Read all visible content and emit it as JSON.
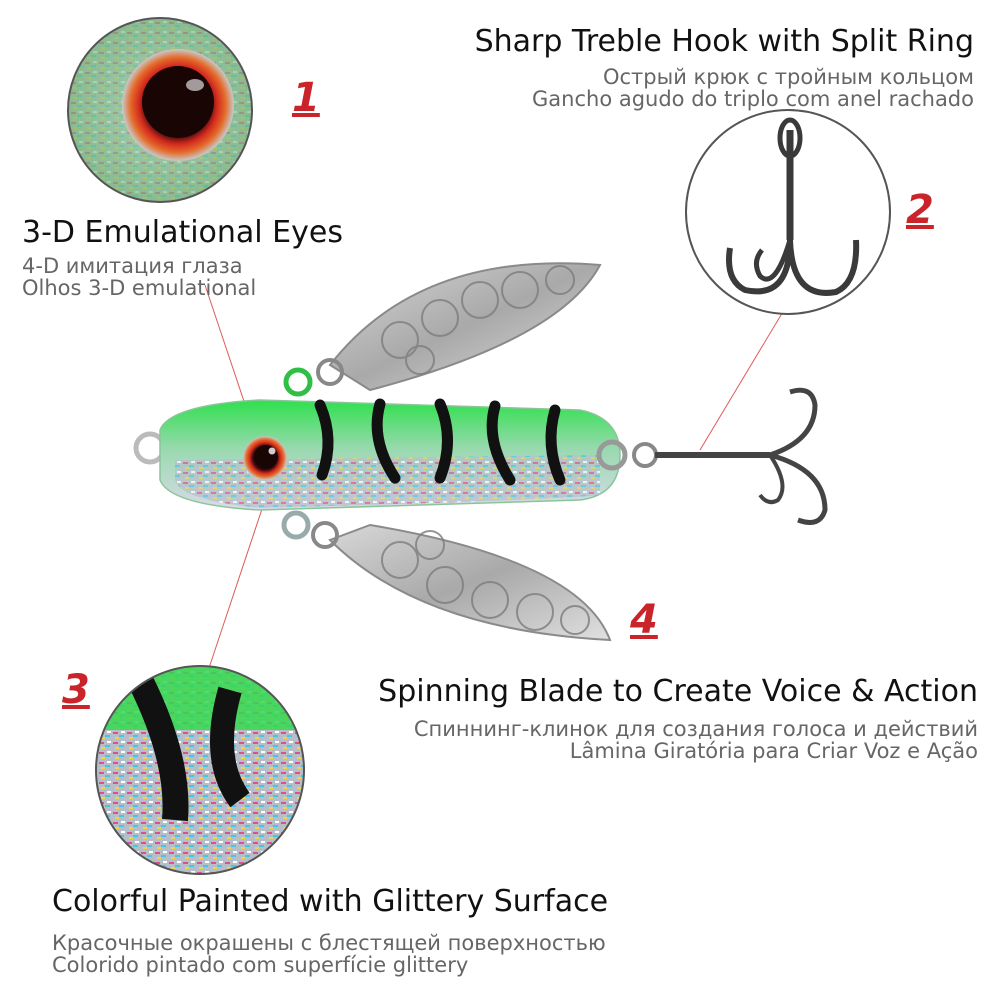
{
  "features": {
    "hook": {
      "title": "Sharp Treble Hook with Split Ring",
      "ru": "Острый крюк с тройным кольцом",
      "pt": "Gancho agudo do triplo com anel rachado",
      "number": "2"
    },
    "eyes": {
      "title": "3-D Emulational Eyes",
      "ru": "4-D имитация глаза",
      "pt": "Olhos 3-D emulational",
      "number": "1"
    },
    "blade": {
      "title": "Spinning Blade to Create Voice & Action",
      "ru": "Спиннинг-клинок для создания голоса и действий",
      "pt": "Lâmina Giratória para Criar Voz e Ação",
      "number": "4"
    },
    "surface": {
      "title": "Colorful Painted with Glittery Surface",
      "ru": "Красочные окрашены с блестящей поверхностью",
      "pt": "Colorido pintado com superfície glittery",
      "number": "3"
    }
  },
  "colors": {
    "accent_red": "#c9242a",
    "lure_green": "#2fd24a",
    "stripe_black": "#111111",
    "blade_silver": "#b8b8b8"
  }
}
